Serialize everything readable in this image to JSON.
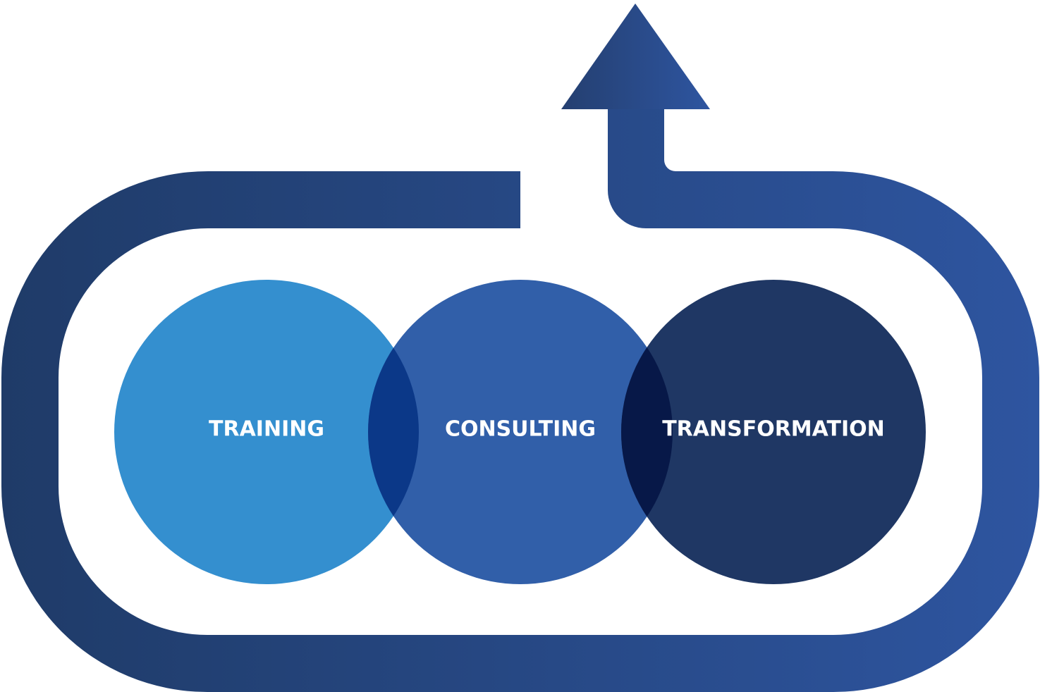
{
  "diagram": {
    "circles": [
      {
        "label": "TRAINING",
        "color": "#348fcf"
      },
      {
        "label": "CONSULTING",
        "color": "#315fa9"
      },
      {
        "label": "TRANSFORMATION",
        "color": "#1f3764"
      }
    ],
    "overlap_colors": [
      "#0b3888",
      "#071848"
    ],
    "loop_gradient": [
      "#1f3b68",
      "#2e55a0"
    ]
  }
}
